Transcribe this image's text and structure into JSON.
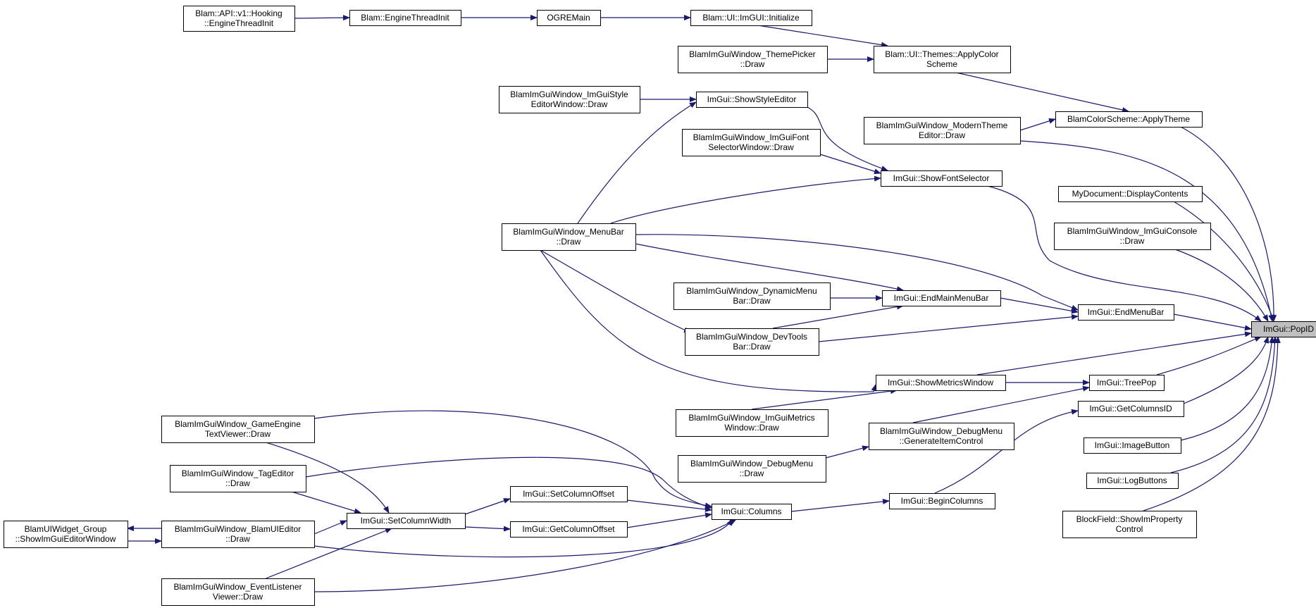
{
  "diagram": {
    "nodes": [
      {
        "id": "popid",
        "lines": [
          "ImGui::PopID"
        ],
        "highlight": true
      },
      {
        "id": "endmenubar",
        "lines": [
          "ImGui::EndMenuBar"
        ]
      },
      {
        "id": "treepop",
        "lines": [
          "ImGui::TreePop"
        ]
      },
      {
        "id": "getcolumnsid",
        "lines": [
          "ImGui::GetColumnsID"
        ]
      },
      {
        "id": "imagebutton",
        "lines": [
          "ImGui::ImageButton"
        ]
      },
      {
        "id": "logbuttons",
        "lines": [
          "ImGui::LogButtons"
        ]
      },
      {
        "id": "blockfield",
        "lines": [
          "BlockField::ShowImProperty",
          "Control"
        ]
      },
      {
        "id": "blamcolorscheme",
        "lines": [
          "BlamColorScheme::ApplyTheme"
        ]
      },
      {
        "id": "mydocument",
        "lines": [
          "MyDocument::DisplayContents"
        ]
      },
      {
        "id": "imguiconsole",
        "lines": [
          "BlamImGuiWindow_ImGuiConsole",
          "::Draw"
        ]
      },
      {
        "id": "modernthemeeditor",
        "lines": [
          "BlamImGuiWindow_ModernTheme",
          "Editor::Draw"
        ]
      },
      {
        "id": "applycolor",
        "lines": [
          "Blam::UI::Themes::ApplyColor",
          "Scheme"
        ]
      },
      {
        "id": "themepicker",
        "lines": [
          "BlamImGuiWindow_ThemePicker",
          "::Draw"
        ]
      },
      {
        "id": "uiinit",
        "lines": [
          "Blam::UI::ImGUI::Initialize"
        ]
      },
      {
        "id": "ogremain",
        "lines": [
          "OGREMain"
        ]
      },
      {
        "id": "enginethreadinit",
        "lines": [
          "Blam::EngineThreadInit"
        ]
      },
      {
        "id": "apihooking",
        "lines": [
          "Blam::API::v1::Hooking",
          "::EngineThreadInit"
        ]
      },
      {
        "id": "showstyleeditor",
        "lines": [
          "ImGui::ShowStyleEditor"
        ]
      },
      {
        "id": "styleeditorwindow",
        "lines": [
          "BlamImGuiWindow_ImGuiStyle",
          "EditorWindow::Draw"
        ]
      },
      {
        "id": "showfontselector",
        "lines": [
          "ImGui::ShowFontSelector"
        ]
      },
      {
        "id": "fontselectorwindow",
        "lines": [
          "BlamImGuiWindow_ImGuiFont",
          "SelectorWindow::Draw"
        ]
      },
      {
        "id": "menubar",
        "lines": [
          "BlamImGuiWindow_MenuBar",
          "::Draw"
        ]
      },
      {
        "id": "endmainmenubar",
        "lines": [
          "ImGui::EndMainMenuBar"
        ]
      },
      {
        "id": "dynamicmenubar",
        "lines": [
          "BlamImGuiWindow_DynamicMenu",
          "Bar::Draw"
        ]
      },
      {
        "id": "devtoolsbar",
        "lines": [
          "BlamImGuiWindow_DevTools",
          "Bar::Draw"
        ]
      },
      {
        "id": "showmetricswindow",
        "lines": [
          "ImGui::ShowMetricsWindow"
        ]
      },
      {
        "id": "imguimetricswindow",
        "lines": [
          "BlamImGuiWindow_ImGuiMetrics",
          "Window::Draw"
        ]
      },
      {
        "id": "debugmenugen",
        "lines": [
          "BlamImGuiWindow_DebugMenu",
          "::GenerateItemControl"
        ]
      },
      {
        "id": "debugmenudraw",
        "lines": [
          "BlamImGuiWindow_DebugMenu",
          "::Draw"
        ]
      },
      {
        "id": "begincolumns",
        "lines": [
          "ImGui::BeginColumns"
        ]
      },
      {
        "id": "columns",
        "lines": [
          "ImGui::Columns"
        ]
      },
      {
        "id": "setcolumnoffset",
        "lines": [
          "ImGui::SetColumnOffset"
        ]
      },
      {
        "id": "getcolumnoffset",
        "lines": [
          "ImGui::GetColumnOffset"
        ]
      },
      {
        "id": "setcolumnwidth",
        "lines": [
          "ImGui::SetColumnWidth"
        ]
      },
      {
        "id": "gameenginetextviewer",
        "lines": [
          "BlamImGuiWindow_GameEngine",
          "TextViewer::Draw"
        ]
      },
      {
        "id": "tageditor",
        "lines": [
          "BlamImGuiWindow_TagEditor",
          "::Draw"
        ]
      },
      {
        "id": "blamuieditor",
        "lines": [
          "BlamImGuiWindow_BlamUIEditor",
          "::Draw"
        ]
      },
      {
        "id": "eventlistenerviewer",
        "lines": [
          "BlamImGuiWindow_EventListener",
          "Viewer::Draw"
        ]
      },
      {
        "id": "widgetgroup",
        "lines": [
          "BlamUIWidget_Group",
          "::ShowImGuiEditorWindow"
        ]
      }
    ]
  }
}
